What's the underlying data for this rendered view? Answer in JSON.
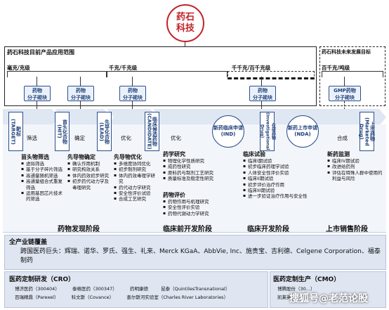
{
  "logo": {
    "line1": "药石",
    "line2": "科技"
  },
  "current_scope": {
    "title": "药石科技目前产品应用范围",
    "scales": [
      "毫克/克级",
      "千克/千克级",
      "千千克/百千克级"
    ],
    "mol_block": "药物\n分子砌块"
  },
  "future_scope": {
    "title": "药石科技未来发展目标",
    "scale": "百千克/吨级",
    "gmp_block": "GMP药物\n分子砌块"
  },
  "flow": {
    "target": "靶标\n(TARGET)",
    "hit": "苗头化合物\n(HIT)",
    "lead": "先导化合物\n(LEAD)",
    "candidate": "临床候选药物\n(CANDIDATE)",
    "ind": "新药临床申请\n(IND)",
    "investigational": "在研药物\n(Investigational Drug)",
    "nda": "新药上市申请\n(NDA)",
    "marketed": "上市药物\n(Marketed Drug)",
    "arrows": [
      "筛选",
      "确定",
      "优化",
      "优化",
      "合成",
      "合成"
    ]
  },
  "columns": {
    "hit_screening": {
      "title": "苗头物筛选",
      "items": [
        "虚拟筛选",
        "基于分子碎片筛选",
        "高通量随机筛选",
        "高通量组合式重复筛选",
        "运用基因芯片技术的筛选"
      ]
    },
    "lead_determination": {
      "title": "先导物确定",
      "items": [
        "确认作用机制",
        "研究构效关系",
        "体内药效初步研究",
        "初步药代动力学及毒理研究"
      ]
    },
    "lead_optimization": {
      "title": "先导物优化",
      "items": [
        "多维度协同优化",
        "初步制剂研究",
        "体内药效毒理学研究",
        "药代动力学研究",
        "安全性评价试验",
        "合成工艺研究"
      ]
    },
    "pharma_research": {
      "title": "药学研究",
      "items": [
        "物理化学性质研究",
        "成药性研究",
        "原料药与制剂工艺研究",
        "质量标准及稳定性研究"
      ]
    },
    "pharma_eval": {
      "title": "药物评价",
      "items": [
        "药物作用与机理研究",
        "安全性评价实验",
        "药物代谢动力学研究"
      ]
    },
    "clinical_trials": {
      "title": "临床试验",
      "items": [
        "临床I期试验",
        "初步临床药理学试验",
        "人体安全性评价实验",
        "临床II期试验",
        "初步评价治疗作用",
        "临床III期试验",
        "进一步验证治疗作用与安全性"
      ]
    },
    "monitoring": {
      "title": "新药监测",
      "items": [
        "临床IV期试验",
        "改进给药剂",
        "评估在特殊人群中使用的利益与风险"
      ]
    }
  },
  "phases": [
    "药物发现阶段",
    "临床前开发阶段",
    "临床开发阶段",
    "上市销售阶段"
  ],
  "industry": {
    "title": "全产业链覆盖",
    "text": "跨国医药巨头：辉瑞、诺华、罗氏、强生、礼来、Merck KGaA、AbbVie, Inc、施贵宝、吉利德、Celgene Corporation、福泰制药"
  },
  "cro": {
    "title": "医药定制研发（CRO）",
    "row1": [
      "博济医药（300404）",
      "泰格医药（300347）",
      "药明康德",
      "昆泰（QuintilesTransnational）"
    ],
    "row2": [
      "百瑞精鼎（Parexel）",
      "科文斯（Covance）",
      "查尔斯河实验室（Charles River Laboratories）"
    ]
  },
  "cmo": {
    "title": "医药定制生产（CMO）",
    "row1": "博腾股份（30...）",
    "row2": "凯莱英..."
  },
  "watermark": "搜狐号@老范论股"
}
